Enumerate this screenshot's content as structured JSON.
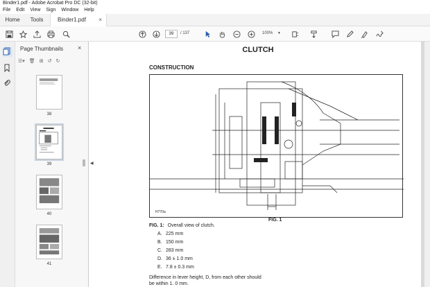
{
  "window": {
    "title": "Binder1.pdf - Adobe Acrobat Pro DC (32-bit)"
  },
  "menu": [
    "File",
    "Edit",
    "View",
    "Sign",
    "Window",
    "Help"
  ],
  "tabs": {
    "home": "Home",
    "tools": "Tools",
    "document": "Binder1.pdf",
    "close": "×"
  },
  "toolbar": {
    "icons": [
      "save-icon",
      "star-icon",
      "upload-icon",
      "print-icon",
      "search-icon",
      "page-up-icon",
      "page-down-icon",
      "select-arrow-icon",
      "hand-icon",
      "zoom-out-icon",
      "zoom-in-icon",
      "fit-page-icon",
      "scroll-mode-icon",
      "comment-icon",
      "pen-icon",
      "highlight-icon",
      "sign-icon"
    ],
    "page_current": "39",
    "page_total": "/ 137",
    "zoom": "100%"
  },
  "panel": {
    "title": "Page Thumbnails",
    "close": "×",
    "thumbnails": [
      {
        "label": "38"
      },
      {
        "label": "39",
        "selected": true
      },
      {
        "label": "40"
      },
      {
        "label": "41"
      }
    ]
  },
  "document": {
    "title": "CLUTCH",
    "section": "CONSTRUCTION",
    "figure_id": "H770a",
    "figure_label": "FIG. 1",
    "caption_prefix": "FIG. 1:",
    "caption_text": "Overall view of clutch.",
    "items": [
      {
        "key": "A.",
        "value": "225 mm"
      },
      {
        "key": "B.",
        "value": "150 mm"
      },
      {
        "key": "C.",
        "value": "283 mm"
      },
      {
        "key": "D.",
        "value": "36 ± 1.0 mm"
      },
      {
        "key": "E.",
        "value": "7.8 ± 0.3 mm"
      }
    ],
    "note_line1": "Difference in lever height, D, from each other should",
    "note_line2": "be within 1. 0 mm."
  }
}
